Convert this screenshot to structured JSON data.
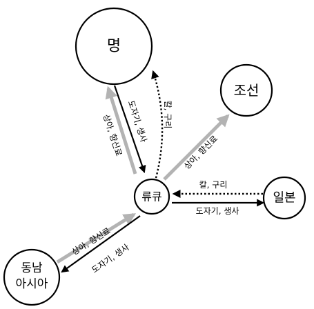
{
  "nodes": {
    "ming": "명",
    "joseon": "조선",
    "ryukyu": "류큐",
    "japan": "일본",
    "southeast_asia_line1": "동남",
    "southeast_asia_line2": "아시아"
  },
  "edges": {
    "ryukyu_to_ming": "상아, 향신료",
    "ming_to_ryukyu": "도자기, 생사",
    "ryukyu_to_ming_dotted": "칼, 구리",
    "ryukyu_to_joseon": "상아, 향신료",
    "japan_to_ryukyu": "칼, 구리",
    "ryukyu_to_japan": "도자기, 생사",
    "sea_to_ryukyu": "상아, 향신료",
    "ryukyu_to_sea": "도자기, 생사"
  },
  "colors": {
    "gray_arrow": "#b3b3b3",
    "black_arrow": "#000000"
  }
}
